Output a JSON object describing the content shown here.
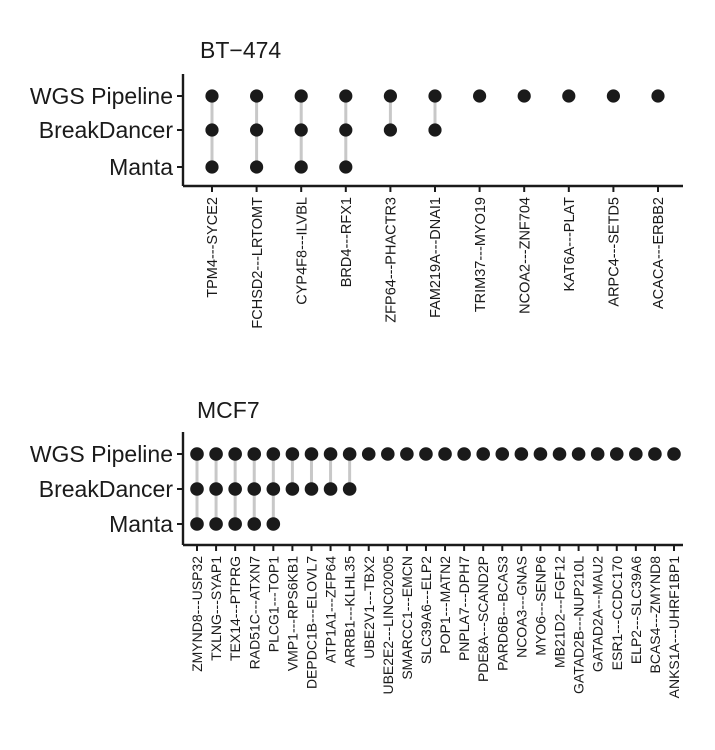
{
  "chart_data": [
    {
      "type": "upset-dot",
      "title": "BT−474",
      "tools": [
        "WGS Pipeline",
        "BreakDancer",
        "Manta"
      ],
      "fusions": [
        {
          "label": "TPM4---SYCE2",
          "detected_by": [
            "WGS Pipeline",
            "BreakDancer",
            "Manta"
          ]
        },
        {
          "label": "FCHSD2---LRTOMT",
          "detected_by": [
            "WGS Pipeline",
            "BreakDancer",
            "Manta"
          ]
        },
        {
          "label": "CYP4F8---ILVBL",
          "detected_by": [
            "WGS Pipeline",
            "BreakDancer",
            "Manta"
          ]
        },
        {
          "label": "BRD4---RFX1",
          "detected_by": [
            "WGS Pipeline",
            "BreakDancer",
            "Manta"
          ]
        },
        {
          "label": "ZFP64---PHACTR3",
          "detected_by": [
            "WGS Pipeline",
            "BreakDancer"
          ]
        },
        {
          "label": "FAM219A---DNAI1",
          "detected_by": [
            "WGS Pipeline",
            "BreakDancer"
          ]
        },
        {
          "label": "TRIM37---MYO19",
          "detected_by": [
            "WGS Pipeline"
          ]
        },
        {
          "label": "NCOA2---ZNF704",
          "detected_by": [
            "WGS Pipeline"
          ]
        },
        {
          "label": "KAT6A---PLAT",
          "detected_by": [
            "WGS Pipeline"
          ]
        },
        {
          "label": "ARPC4---SETD5",
          "detected_by": [
            "WGS Pipeline"
          ]
        },
        {
          "label": "ACACA---ERBB2",
          "detected_by": [
            "WGS Pipeline"
          ]
        }
      ],
      "colors": {
        "dot": "#1a1a1a",
        "connector": "#c8c8c8",
        "axis": "#1a1a1a"
      }
    },
    {
      "type": "upset-dot",
      "title": "MCF7",
      "tools": [
        "WGS Pipeline",
        "BreakDancer",
        "Manta"
      ],
      "fusions": [
        {
          "label": "ZMYND8---USP32",
          "detected_by": [
            "WGS Pipeline",
            "BreakDancer",
            "Manta"
          ]
        },
        {
          "label": "TXLNG---SYAP1",
          "detected_by": [
            "WGS Pipeline",
            "BreakDancer",
            "Manta"
          ]
        },
        {
          "label": "TEX14---PTPRG",
          "detected_by": [
            "WGS Pipeline",
            "BreakDancer",
            "Manta"
          ]
        },
        {
          "label": "RAD51C---ATXN7",
          "detected_by": [
            "WGS Pipeline",
            "BreakDancer",
            "Manta"
          ]
        },
        {
          "label": "PLCG1---TOP1",
          "detected_by": [
            "WGS Pipeline",
            "BreakDancer",
            "Manta"
          ]
        },
        {
          "label": "VMP1---RPS6KB1",
          "detected_by": [
            "WGS Pipeline",
            "BreakDancer"
          ]
        },
        {
          "label": "DEPDC1B---ELOVL7",
          "detected_by": [
            "WGS Pipeline",
            "BreakDancer"
          ]
        },
        {
          "label": "ATP1A1---ZFP64",
          "detected_by": [
            "WGS Pipeline",
            "BreakDancer"
          ]
        },
        {
          "label": "ARRB1---KLHL35",
          "detected_by": [
            "WGS Pipeline",
            "BreakDancer"
          ]
        },
        {
          "label": "UBE2V1---TBX2",
          "detected_by": [
            "WGS Pipeline"
          ]
        },
        {
          "label": "UBE2E2---LINC02005",
          "detected_by": [
            "WGS Pipeline"
          ]
        },
        {
          "label": "SMARCC1---EMCN",
          "detected_by": [
            "WGS Pipeline"
          ]
        },
        {
          "label": "SLC39A6---ELP2",
          "detected_by": [
            "WGS Pipeline"
          ]
        },
        {
          "label": "POP1---MATN2",
          "detected_by": [
            "WGS Pipeline"
          ]
        },
        {
          "label": "PNPLA7---DPH7",
          "detected_by": [
            "WGS Pipeline"
          ]
        },
        {
          "label": "PDE8A---SCAND2P",
          "detected_by": [
            "WGS Pipeline"
          ]
        },
        {
          "label": "PARD6B---BCAS3",
          "detected_by": [
            "WGS Pipeline"
          ]
        },
        {
          "label": "NCOA3---GNAS",
          "detected_by": [
            "WGS Pipeline"
          ]
        },
        {
          "label": "MYO6---SENP6",
          "detected_by": [
            "WGS Pipeline"
          ]
        },
        {
          "label": "MB21D2---FGF12",
          "detected_by": [
            "WGS Pipeline"
          ]
        },
        {
          "label": "GATAD2B---NUP210L",
          "detected_by": [
            "WGS Pipeline"
          ]
        },
        {
          "label": "GATAD2A---MAU2",
          "detected_by": [
            "WGS Pipeline"
          ]
        },
        {
          "label": "ESR1---CCDC170",
          "detected_by": [
            "WGS Pipeline"
          ]
        },
        {
          "label": "ELP2---SLC39A6",
          "detected_by": [
            "WGS Pipeline"
          ]
        },
        {
          "label": "BCAS4---ZMYND8",
          "detected_by": [
            "WGS Pipeline"
          ]
        },
        {
          "label": "ANKS1A---UHRF1BP1",
          "detected_by": [
            "WGS Pipeline"
          ]
        }
      ],
      "colors": {
        "dot": "#1a1a1a",
        "connector": "#c8c8c8",
        "axis": "#1a1a1a"
      }
    }
  ]
}
